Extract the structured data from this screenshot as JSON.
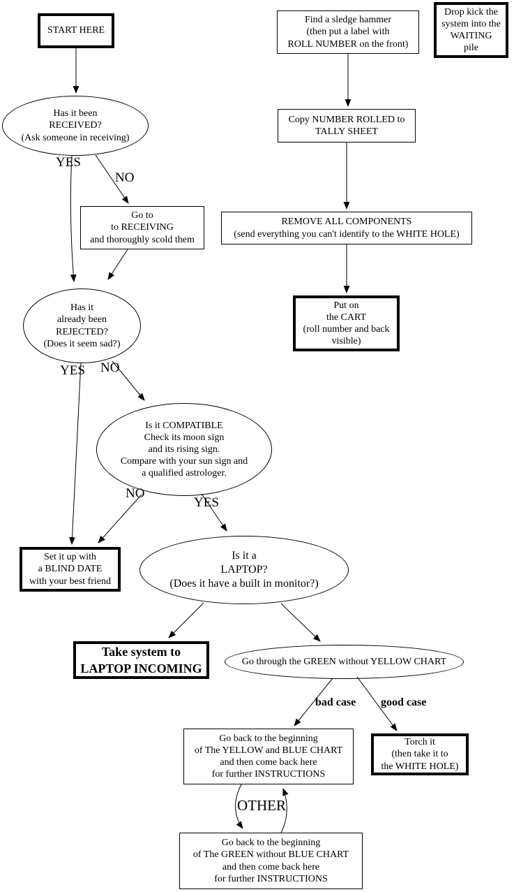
{
  "nodes": {
    "start_here": {
      "text": "START HERE"
    },
    "find_sledge": {
      "text": "Find a sledge hammer\n(then put a label with\nROLL NUMBER on the front)"
    },
    "drop_kick": {
      "text": "Drop kick the\nsystem into the\nWAITING\npile"
    },
    "received": {
      "text": "Has it been\nRECEIVED?\n(Ask someone in receiving)"
    },
    "copy_number": {
      "text": "Copy NUMBER ROLLED to\nTALLY SHEET"
    },
    "go_to_receiving": {
      "text": "Go to\nto RECEIVING\nand thoroughly scold them"
    },
    "remove_components": {
      "text": "REMOVE ALL COMPONENTS\n(send everything you can't identify to the WHITE HOLE)"
    },
    "rejected": {
      "text": "Has it\nalready been\nREJECTED?\n(Does it seem sad?)"
    },
    "put_on_cart": {
      "text": "Put on\nthe CART\n(roll number and back\nvisible)"
    },
    "compatible": {
      "text": "Is it COMPATIBLE\nCheck its moon sign\nand its rising sign.\nCompare with your sun sign and\na qualified astrologer."
    },
    "blind_date": {
      "text": "Set it up with\na BLIND DATE\nwith your best friend"
    },
    "laptop": {
      "text": "Is it a\nLAPTOP?\n(Does it have a built in monitor?)"
    },
    "laptop_incoming": {
      "text": "Take system to\nLAPTOP INCOMING"
    },
    "green_without_yellow": {
      "text": "Go through the GREEN without YELLOW CHART"
    },
    "yellow_blue": {
      "text": "Go back to the beginning\nof The YELLOW and BLUE CHART\nand then come back here\nfor further INSTRUCTIONS"
    },
    "torch_it": {
      "text": "Torch it\n(then take it to\nthe WHITE HOLE)"
    },
    "green_blue": {
      "text": "Go back to the beginning\nof The GREEN without BLUE CHART\nand then come back here\nfor further INSTRUCTIONS"
    }
  },
  "edge_labels": {
    "received_yes": "YES",
    "received_no": "NO",
    "rejected_yes": "YES",
    "rejected_no": "NO",
    "compatible_no": "NO",
    "compatible_yes": "YES",
    "bad_case": "bad case",
    "good_case": "good case",
    "other": "OTHER"
  },
  "colors": {
    "ink": "#000000",
    "background": "#ffffff"
  }
}
